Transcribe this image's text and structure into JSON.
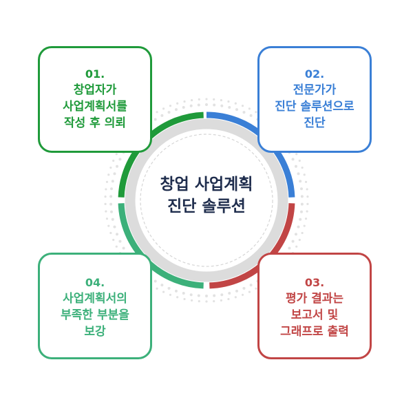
{
  "center": {
    "line1": "창업 사업계획",
    "line2": "진단 솔루션"
  },
  "steps": [
    {
      "number": "01.",
      "lines": [
        "창업자가",
        "사업계획서를",
        "작성 후 의뢰"
      ],
      "color": "#1f9a3a"
    },
    {
      "number": "02.",
      "lines": [
        "전문가가",
        "진단 솔루션으로",
        "진단"
      ],
      "color": "#3a7fd6"
    },
    {
      "number": "03.",
      "lines": [
        "평가 결과는",
        "보고서 및",
        "그래프로 출력"
      ],
      "color": "#c14545"
    },
    {
      "number": "04.",
      "lines": [
        "사업계획서의",
        "부족한 부분을",
        "보강"
      ],
      "color": "#3cb07a"
    }
  ],
  "ring": {
    "segment_colors": [
      "#1f9a3a",
      "#3a7fd6",
      "#c14545",
      "#3cb07a"
    ],
    "inner_ring_color": "#dcdcdc",
    "dot_color": "#e2e2e2"
  }
}
